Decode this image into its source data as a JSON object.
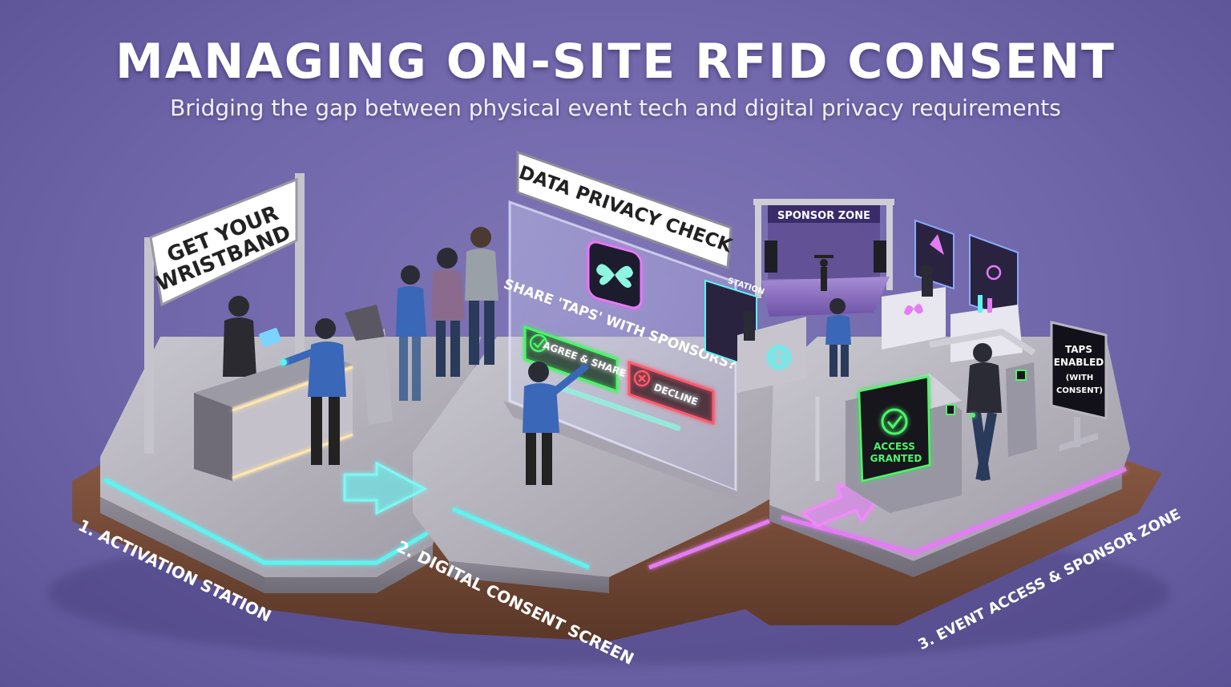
{
  "header": {
    "title": "MANAGING ON-SITE RFID CONSENT",
    "subtitle": "Bridging the gap between physical event tech and digital privacy requirements"
  },
  "stations": {
    "activation": {
      "sign_line1": "GET YOUR",
      "sign_line2": "WRISTBAND",
      "floor_label": "1. ACTIVATION STATION"
    },
    "consent": {
      "sign": "DATA PRIVACY CHECK",
      "question": "SHARE 'TAPS' WITH SPONSORS?",
      "agree_label": "AGREE & SHARE",
      "decline_label": "DECLINE",
      "floor_label": "2. DIGITAL CONSENT SCREEN"
    },
    "access": {
      "stage_banner": "SPONSOR ZONE",
      "booth_sign": "STATION",
      "gate_line1": "ACCESS",
      "gate_line2": "GRANTED",
      "taps_line1": "TAPS",
      "taps_line2": "ENABLED",
      "taps_line3": "(WITH",
      "taps_line4": "CONSENT)",
      "floor_label": "3. EVENT ACCESS & SPONSOR ZONE"
    }
  },
  "colors": {
    "background": "#6f65a9",
    "cyan_glow": "#5ef3f0",
    "pink_glow": "#e37cf5",
    "green_glow": "#4df56a",
    "red_glow": "#ff5a6e",
    "platform": "#b3b1b8",
    "wood": "#7a4f3c"
  },
  "icons": {
    "arrow_1": "arrow-right-icon",
    "arrow_2": "arrow-right-icon",
    "logo": "butterfly-logo-icon",
    "check": "check-icon",
    "decline": "close-icon",
    "globe": "globe-icon"
  }
}
